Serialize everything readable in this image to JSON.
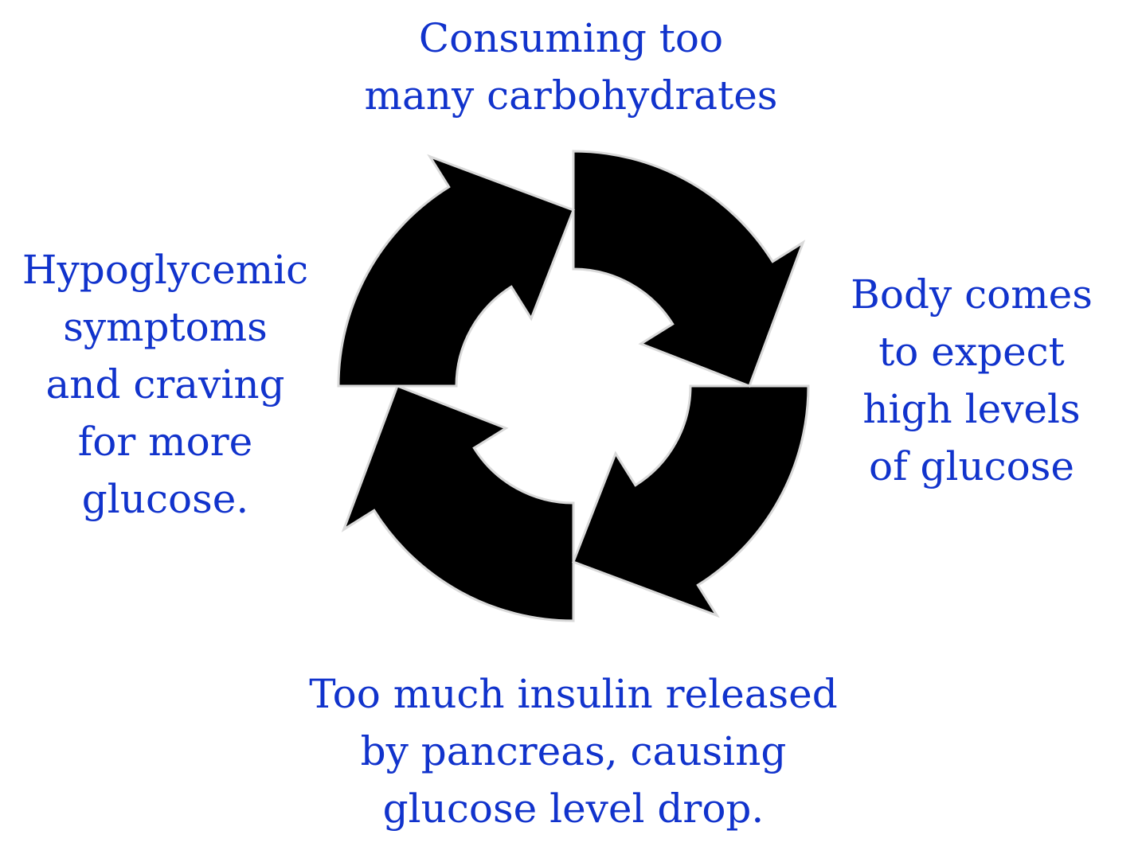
{
  "diagram": {
    "type": "cycle",
    "arrow_color": "#000000",
    "arrow_outline_color": "#d9d9d9",
    "text_color": "#1133cc",
    "steps": [
      {
        "id": "top",
        "lines": [
          "Consuming too",
          "many carbohydrates"
        ]
      },
      {
        "id": "right",
        "lines": [
          "Body comes",
          "to expect",
          "high levels",
          "of glucose"
        ]
      },
      {
        "id": "bottom",
        "lines": [
          "Too much insulin released",
          "by pancreas, causing",
          "glucose level drop."
        ]
      },
      {
        "id": "left",
        "lines": [
          "Hypoglycemic",
          "symptoms",
          "and craving",
          "for more",
          "glucose."
        ]
      }
    ]
  }
}
